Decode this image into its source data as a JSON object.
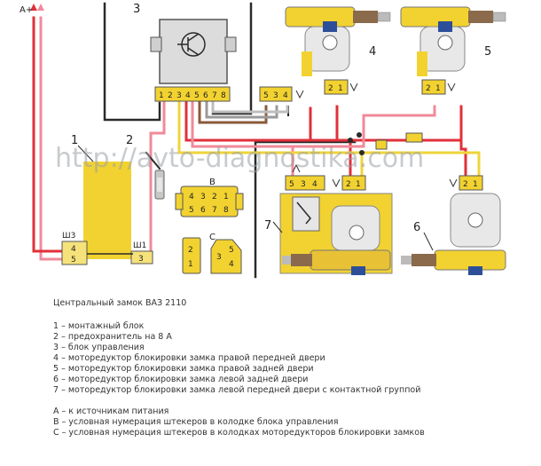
{
  "labels": {
    "source": "A+",
    "mount_block": "1",
    "fuse": "2",
    "control_unit": "3",
    "motor_right_front": "4",
    "motor_right_rear": "5",
    "motor_left_rear": "6",
    "motor_left_front": "7",
    "connector_b": "B",
    "connector_c": "C",
    "mount_sh3": "Ш3",
    "mount_sh1": "Ш1"
  },
  "pins": {
    "control_unit": [
      "1",
      "2",
      "3",
      "4",
      "5",
      "6",
      "7",
      "8"
    ],
    "control_side_connector": [
      "5",
      "3",
      "4"
    ],
    "motor4": [
      "2",
      "1"
    ],
    "motor5": [
      "2",
      "1"
    ],
    "motor7_contact": [
      "5",
      "3",
      "4"
    ],
    "motor7": [
      "2",
      "1"
    ],
    "motor6": [
      "2",
      "1"
    ],
    "connector_b_top": [
      "4",
      "3",
      "2",
      "1"
    ],
    "connector_b_bottom": [
      "5",
      "6",
      "7",
      "8"
    ],
    "connector_c_left": [
      "2",
      "1"
    ],
    "connector_c_right": [
      "3",
      "5",
      "4"
    ],
    "sh3": [
      "4",
      "5"
    ],
    "sh1": [
      "3"
    ]
  },
  "watermark": "http://avto-diagnostika.com",
  "caption": {
    "title": "Центральный замок ВАЗ 2110",
    "items": [
      "1 – монтажный блок",
      "2 – предохранитель на 8 А",
      "3 – блок управления",
      "4 – моторедуктор блокировки замка правой передней двери",
      "5 – моторедуктор блокировки замка правой задней двери",
      "6 – моторедуктор блокировки замка левой задней двери",
      "7 – моторедуктор блокировки замка левой передней двери с контактной группой"
    ],
    "notes": [
      "А – к источникам питания",
      "В – условная нумерация штекеров в колодке блока управления",
      "С – условная нумерация штекеров в колодках моторедукторов блокировки замков"
    ]
  },
  "colors": {
    "yellow": "#f2d230",
    "yellow_light": "#f6e27a",
    "wire_red": "#e0303a",
    "wire_pink": "#f08a9a",
    "wire_yellow": "#efd43a",
    "wire_dark": "#2a2a2a",
    "wire_brown": "#8a5a3a",
    "wire_gray": "#9a9a9a"
  }
}
